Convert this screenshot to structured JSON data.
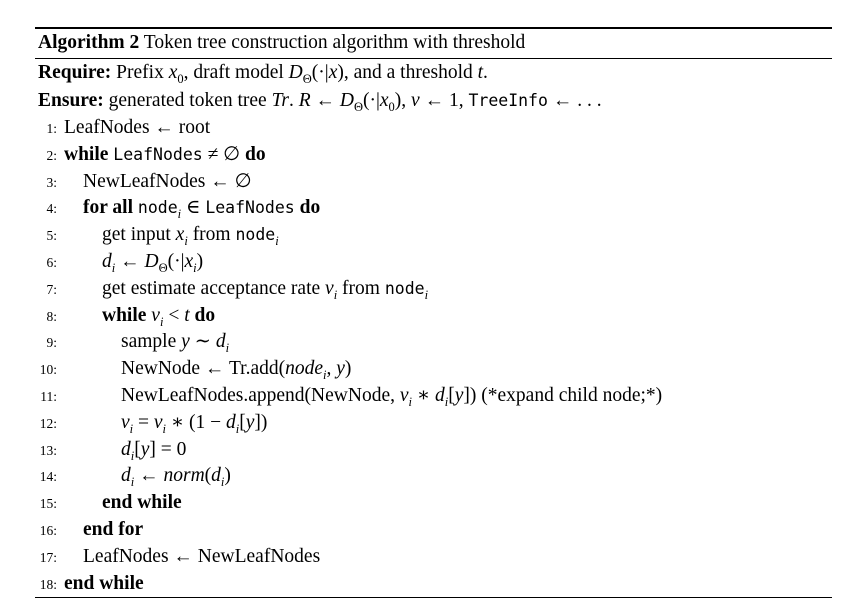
{
  "colors": {
    "background": "#ffffff",
    "text": "#000000",
    "rule": "#000000"
  },
  "algorithm": {
    "caption_label": "Algorithm 2",
    "caption_title": " Token tree construction algorithm with threshold",
    "header_lines": [
      {
        "label": "Require:",
        "segments": [
          {
            "t": " Prefix ",
            "s": "rm"
          },
          {
            "t": "x",
            "s": "it"
          },
          {
            "t": "0",
            "s": "sub-rm"
          },
          {
            "t": ", draft model ",
            "s": "rm"
          },
          {
            "t": "D",
            "s": "it"
          },
          {
            "t": "Θ",
            "s": "sub-rm"
          },
          {
            "t": "(·|",
            "s": "rm"
          },
          {
            "t": "x",
            "s": "it"
          },
          {
            "t": "), and a threshold ",
            "s": "rm"
          },
          {
            "t": "t",
            "s": "it"
          },
          {
            "t": ".",
            "s": "rm"
          }
        ]
      },
      {
        "label": "Ensure:",
        "segments": [
          {
            "t": " generated token tree ",
            "s": "rm"
          },
          {
            "t": "Tr",
            "s": "it"
          },
          {
            "t": ". ",
            "s": "rm"
          },
          {
            "t": "R",
            "s": "it"
          },
          {
            "t": " ← ",
            "s": "rm"
          },
          {
            "t": "D",
            "s": "it"
          },
          {
            "t": "Θ",
            "s": "sub-rm"
          },
          {
            "t": "(·|",
            "s": "rm"
          },
          {
            "t": "x",
            "s": "it"
          },
          {
            "t": "0",
            "s": "sub-rm"
          },
          {
            "t": "), ",
            "s": "rm"
          },
          {
            "t": "v",
            "s": "it"
          },
          {
            "t": " ← 1, ",
            "s": "rm"
          },
          {
            "t": "TreeInfo",
            "s": "tt"
          },
          {
            "t": " ← . . .",
            "s": "rm"
          }
        ]
      }
    ],
    "lines": [
      {
        "num": "1:",
        "indent": 0,
        "segments": [
          {
            "t": "LeafNodes ← root",
            "s": "rm"
          }
        ]
      },
      {
        "num": "2:",
        "indent": 0,
        "segments": [
          {
            "t": "while ",
            "s": "bf"
          },
          {
            "t": "LeafNodes",
            "s": "tt"
          },
          {
            "t": " ≠ ∅ ",
            "s": "rm"
          },
          {
            "t": "do",
            "s": "bf"
          }
        ]
      },
      {
        "num": "3:",
        "indent": 1,
        "segments": [
          {
            "t": "NewLeafNodes ← ∅",
            "s": "rm"
          }
        ]
      },
      {
        "num": "4:",
        "indent": 1,
        "segments": [
          {
            "t": "for all ",
            "s": "bf"
          },
          {
            "t": "node",
            "s": "tt"
          },
          {
            "t": "i",
            "s": "sub-it"
          },
          {
            "t": " ∈ ",
            "s": "rm"
          },
          {
            "t": "LeafNodes",
            "s": "tt"
          },
          {
            "t": " ",
            "s": "rm"
          },
          {
            "t": "do",
            "s": "bf"
          }
        ]
      },
      {
        "num": "5:",
        "indent": 2,
        "segments": [
          {
            "t": "get input ",
            "s": "rm"
          },
          {
            "t": "x",
            "s": "it"
          },
          {
            "t": "i",
            "s": "sub-it"
          },
          {
            "t": " from ",
            "s": "rm"
          },
          {
            "t": "node",
            "s": "tt"
          },
          {
            "t": "i",
            "s": "sub-it"
          }
        ]
      },
      {
        "num": "6:",
        "indent": 2,
        "segments": [
          {
            "t": "d",
            "s": "it"
          },
          {
            "t": "i",
            "s": "sub-it"
          },
          {
            "t": " ← ",
            "s": "rm"
          },
          {
            "t": "D",
            "s": "it"
          },
          {
            "t": "Θ",
            "s": "sub-rm"
          },
          {
            "t": "(·|",
            "s": "rm"
          },
          {
            "t": "x",
            "s": "it"
          },
          {
            "t": "i",
            "s": "sub-it"
          },
          {
            "t": ")",
            "s": "rm"
          }
        ]
      },
      {
        "num": "7:",
        "indent": 2,
        "segments": [
          {
            "t": "get estimate acceptance rate ",
            "s": "rm"
          },
          {
            "t": "v",
            "s": "it"
          },
          {
            "t": "i",
            "s": "sub-it"
          },
          {
            "t": " from ",
            "s": "rm"
          },
          {
            "t": "node",
            "s": "tt"
          },
          {
            "t": "i",
            "s": "sub-it"
          }
        ]
      },
      {
        "num": "8:",
        "indent": 2,
        "segments": [
          {
            "t": "while ",
            "s": "bf"
          },
          {
            "t": "v",
            "s": "it"
          },
          {
            "t": "i",
            "s": "sub-it"
          },
          {
            "t": " < ",
            "s": "rm"
          },
          {
            "t": "t",
            "s": "it"
          },
          {
            "t": " ",
            "s": "rm"
          },
          {
            "t": "do",
            "s": "bf"
          }
        ]
      },
      {
        "num": "9:",
        "indent": 3,
        "segments": [
          {
            "t": "sample ",
            "s": "rm"
          },
          {
            "t": "y",
            "s": "it"
          },
          {
            "t": " ∼ ",
            "s": "rm"
          },
          {
            "t": "d",
            "s": "it"
          },
          {
            "t": "i",
            "s": "sub-it"
          }
        ]
      },
      {
        "num": "10:",
        "indent": 3,
        "segments": [
          {
            "t": "NewNode ← Tr.add(",
            "s": "rm"
          },
          {
            "t": "node",
            "s": "it"
          },
          {
            "t": "i",
            "s": "sub-it"
          },
          {
            "t": ", ",
            "s": "rm"
          },
          {
            "t": "y",
            "s": "it"
          },
          {
            "t": ")",
            "s": "rm"
          }
        ]
      },
      {
        "num": "11:",
        "indent": 3,
        "segments": [
          {
            "t": "NewLeafNodes.append(NewNode, ",
            "s": "rm"
          },
          {
            "t": "v",
            "s": "it"
          },
          {
            "t": "i",
            "s": "sub-it"
          },
          {
            "t": " ∗ ",
            "s": "rm"
          },
          {
            "t": "d",
            "s": "it"
          },
          {
            "t": "i",
            "s": "sub-it"
          },
          {
            "t": "[",
            "s": "rm"
          },
          {
            "t": "y",
            "s": "it"
          },
          {
            "t": "]) (*expand child node;*)",
            "s": "rm"
          }
        ]
      },
      {
        "num": "12:",
        "indent": 3,
        "segments": [
          {
            "t": "v",
            "s": "it"
          },
          {
            "t": "i",
            "s": "sub-it"
          },
          {
            "t": " = ",
            "s": "rm"
          },
          {
            "t": "v",
            "s": "it"
          },
          {
            "t": "i",
            "s": "sub-it"
          },
          {
            "t": " ∗ (1 − ",
            "s": "rm"
          },
          {
            "t": "d",
            "s": "it"
          },
          {
            "t": "i",
            "s": "sub-it"
          },
          {
            "t": "[",
            "s": "rm"
          },
          {
            "t": "y",
            "s": "it"
          },
          {
            "t": "])",
            "s": "rm"
          }
        ]
      },
      {
        "num": "13:",
        "indent": 3,
        "segments": [
          {
            "t": "d",
            "s": "it"
          },
          {
            "t": "i",
            "s": "sub-it"
          },
          {
            "t": "[",
            "s": "rm"
          },
          {
            "t": "y",
            "s": "it"
          },
          {
            "t": "] = 0",
            "s": "rm"
          }
        ]
      },
      {
        "num": "14:",
        "indent": 3,
        "segments": [
          {
            "t": "d",
            "s": "it"
          },
          {
            "t": "i",
            "s": "sub-it"
          },
          {
            "t": " ← ",
            "s": "rm"
          },
          {
            "t": "norm",
            "s": "it"
          },
          {
            "t": "(",
            "s": "rm"
          },
          {
            "t": "d",
            "s": "it"
          },
          {
            "t": "i",
            "s": "sub-it"
          },
          {
            "t": ")",
            "s": "rm"
          }
        ]
      },
      {
        "num": "15:",
        "indent": 2,
        "segments": [
          {
            "t": "end while",
            "s": "bf"
          }
        ]
      },
      {
        "num": "16:",
        "indent": 1,
        "segments": [
          {
            "t": "end for",
            "s": "bf"
          }
        ]
      },
      {
        "num": "17:",
        "indent": 1,
        "segments": [
          {
            "t": "LeafNodes ← NewLeafNodes",
            "s": "rm"
          }
        ]
      },
      {
        "num": "18:",
        "indent": 0,
        "segments": [
          {
            "t": "end while",
            "s": "bf"
          }
        ]
      }
    ]
  }
}
